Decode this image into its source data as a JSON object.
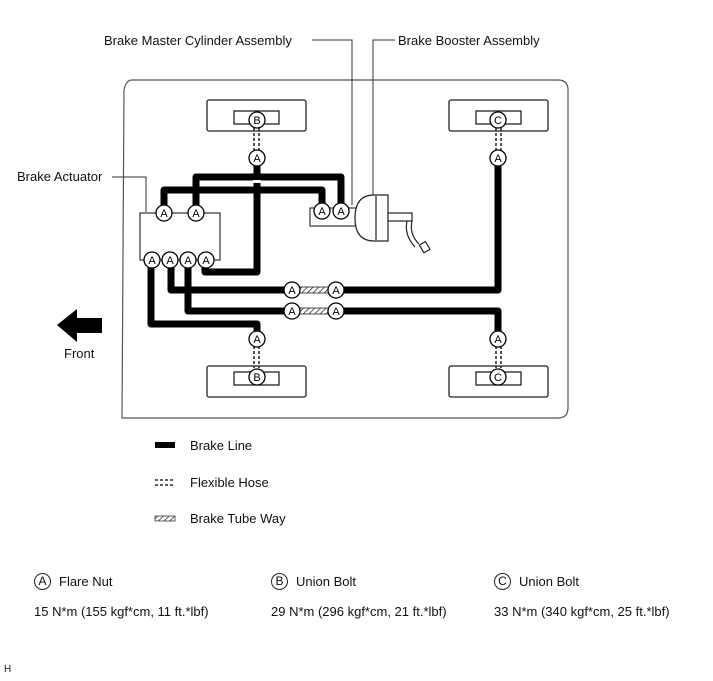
{
  "labels": {
    "master_cylinder": "Brake Master Cylinder Assembly",
    "booster": "Brake Booster Assembly",
    "actuator": "Brake Actuator",
    "front": "Front"
  },
  "connector_letters": {
    "flare_nut": "A",
    "front_union_bolt": "B",
    "rear_union_bolt": "C"
  },
  "legend": [
    {
      "symbol": "brake-line",
      "label": "Brake Line"
    },
    {
      "symbol": "flexible-hose",
      "label": "Flexible Hose"
    },
    {
      "symbol": "brake-tube-way",
      "label": "Brake Tube Way"
    }
  ],
  "torque_specs": [
    {
      "letter": "A",
      "name": "Flare Nut",
      "torque": "15 N*m (155 kgf*cm, 11 ft.*lbf)"
    },
    {
      "letter": "B",
      "name": "Union Bolt",
      "torque": "29 N*m (296 kgf*cm, 21 ft.*lbf)"
    },
    {
      "letter": "C",
      "name": "Union Bolt",
      "torque": "33 N*m (340 kgf*cm, 25 ft.*lbf)"
    }
  ],
  "footer_code": "H"
}
